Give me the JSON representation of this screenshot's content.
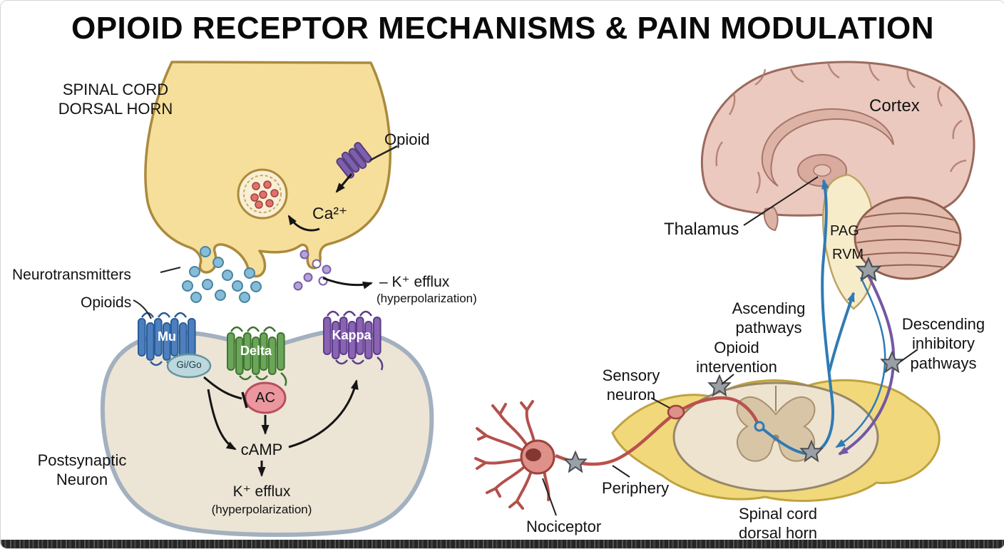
{
  "title": "OPIOID RECEPTOR MECHANISMS & PAIN MODULATION",
  "palette": {
    "presynaptic_fill": "#f6df9b",
    "presynaptic_stroke": "#ab8a3c",
    "postsynaptic_fill": "#ece5d6",
    "postsynaptic_stroke": "#a3b0bf",
    "mu_receptor": "#4d7fbe",
    "delta_receptor": "#6aa659",
    "kappa_receptor": "#8a63b3",
    "gi_go_fill": "#bcd8de",
    "ac_fill": "#ea97a0",
    "neurotransmitter_dot": "#85bcd8",
    "ascending_pathway": "#2e7bb5",
    "descending_pathway": "#7457a3",
    "nerve_yellow": "#f1d97b",
    "brain_fill": "#ecc9bf",
    "neuron_red": "#b9524e",
    "star_fill": "#9aa0a6"
  },
  "synapse_panel": {
    "region_label": "SPINAL CORD\nDORSAL HORN",
    "opioid": "Opioid",
    "calcium": "Ca²⁺",
    "neurotransmitters": "Neurotransmitters",
    "opioids": "Opioids",
    "receptors": [
      {
        "label": "Mu"
      },
      {
        "label": "Delta"
      },
      {
        "label": "Kappa"
      }
    ],
    "g_protein": "Gi/Go",
    "adenylyl_cyclase": "AC",
    "camp": "cAMP",
    "k_efflux": "K⁺ efflux",
    "k_efflux_note": "(hyperpolarization)",
    "k_efflux_presynaptic": "– K⁺ efflux",
    "k_efflux_presynaptic_note": "(hyperpolarization)",
    "postsynaptic_neuron": "Postsynaptic\nNeuron"
  },
  "pathway_panel": {
    "cortex": "Cortex",
    "thalamus": "Thalamus",
    "pag": "PAG",
    "rvm": "RVM",
    "ascending": "Ascending\npathways",
    "descending": "Descending\ninhibitory\npathways",
    "opioid_intervention": "Opioid\nintervention",
    "sensory_neuron": "Sensory\nneuron",
    "periphery": "Periphery",
    "nociceptor": "Nociceptor",
    "spinal_cord": "Spinal cord\ndorsal horn"
  }
}
